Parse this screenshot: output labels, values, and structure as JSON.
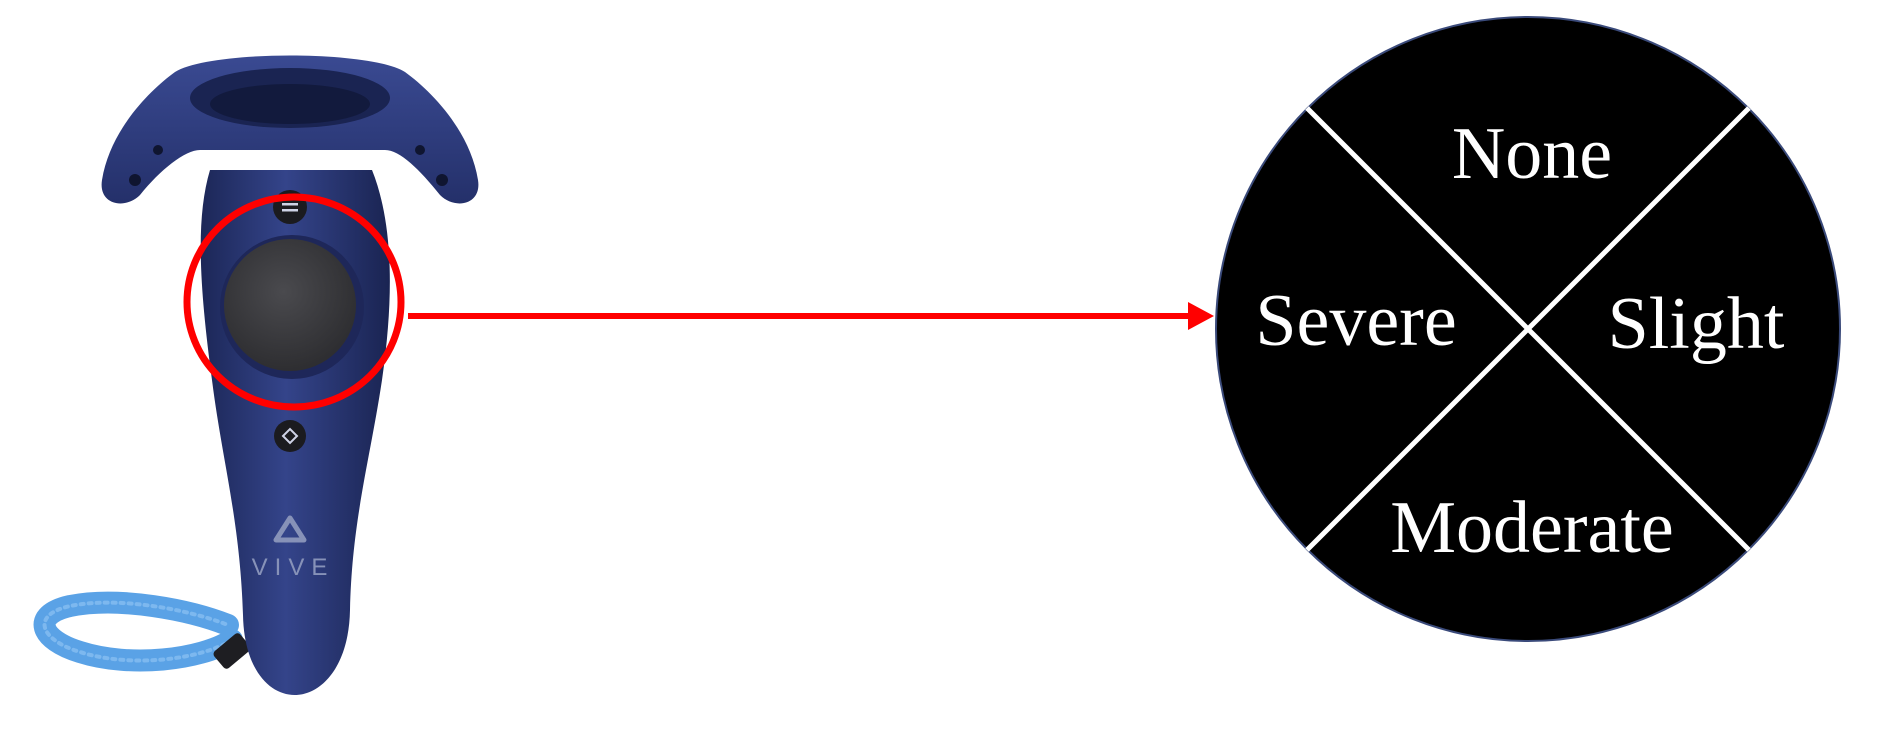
{
  "controller": {
    "brand_label": "VIVE",
    "body_color": "#2a3874",
    "trackpad_color": "#3a3a3d",
    "strap_color": "#5aa2e6"
  },
  "highlight": {
    "color": "#ff0000"
  },
  "selection_wheel": {
    "background": "#000000",
    "divider_color": "#ffffff",
    "options": {
      "top": "None",
      "right": "Slight",
      "bottom": "Moderate",
      "left": "Severe"
    }
  }
}
